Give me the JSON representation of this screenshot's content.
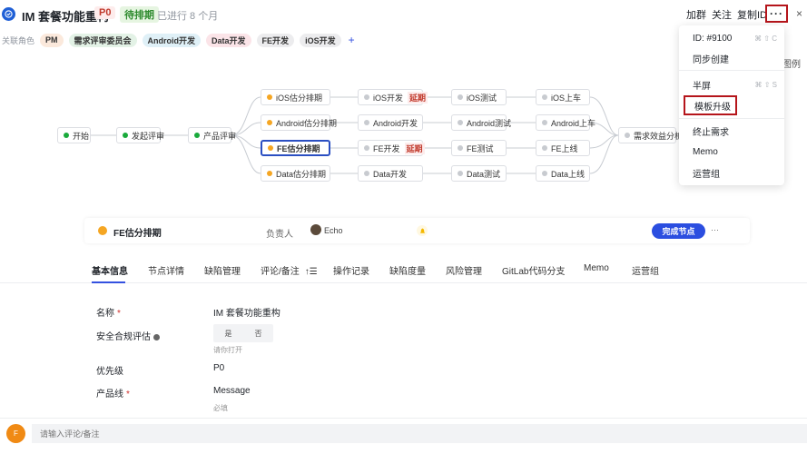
{
  "header": {
    "title": "IM 套餐功能重构",
    "priority": "P0",
    "status": "待排期",
    "elapsed": "已进行 8 个月",
    "buttons": {
      "join_group": "加群",
      "follow": "关注",
      "copy_id": "复制ID",
      "more": "···"
    },
    "close": "×"
  },
  "roles": {
    "label": "关联角色",
    "items": [
      {
        "label": "PM",
        "bg": "#fbe9dc"
      },
      {
        "label": "需求评审委员会",
        "bg": "#e3f2e6"
      },
      {
        "label": "Android开发",
        "bg": "#dff0f7"
      },
      {
        "label": "Data开发",
        "bg": "#fbe4e8"
      },
      {
        "label": "FE开发",
        "bg": "#ececee"
      },
      {
        "label": "iOS开发",
        "bg": "#ececee"
      }
    ],
    "add": "+"
  },
  "flow": {
    "legend": "图例",
    "nodes": {
      "start": "开始",
      "review_init": "发起评审",
      "product_review": "产品评审",
      "ios_est": "iOS估分排期",
      "android_est": "Android估分排期",
      "fe_est": "FE估分排期",
      "data_est": "Data估分排期",
      "ios_dev": "iOS开发",
      "android_dev": "Android开发",
      "fe_dev": "FE开发",
      "data_dev": "Data开发",
      "ios_test": "iOS测试",
      "android_test": "Android测试",
      "fe_test": "FE测试",
      "data_test": "Data测试",
      "ios_release": "iOS上车",
      "android_release": "Android上车",
      "fe_release": "FE上线",
      "data_release": "Data上线",
      "benefit": "需求效益分析"
    },
    "delay_label": "延期",
    "colors": {
      "done": "#1aaa3c",
      "active": "#f5a623",
      "pending": "#c8cbd0"
    }
  },
  "menu": {
    "items": [
      {
        "label": "ID: #9100",
        "shortcut": "⌘ ⇧ C"
      },
      {
        "label": "同步创建",
        "shortcut": ""
      },
      {
        "label": "半屏",
        "shortcut": "⌘ ⇧ S"
      },
      {
        "label": "模板升级",
        "shortcut": ""
      },
      {
        "label": "终止需求",
        "shortcut": ""
      },
      {
        "label": "Memo",
        "shortcut": ""
      },
      {
        "label": "运营组",
        "shortcut": ""
      }
    ]
  },
  "node_bar": {
    "title": "FE估分排期",
    "owner_label": "负责人",
    "owner": "Echo",
    "complete": "完成节点",
    "more": "···"
  },
  "tabs": [
    "基本信息",
    "节点详情",
    "缺陷管理",
    "评论/备注",
    "操作记录",
    "缺陷度量",
    "风险管理",
    "GitLab代码分支",
    "Memo",
    "运营组"
  ],
  "form": {
    "name_label": "名称",
    "name_value": "IM 套餐功能重构",
    "security_label": "安全合规评估",
    "security_yes": "是",
    "security_no": "否",
    "security_hint": "请你打开",
    "priority_label": "优先级",
    "priority_value": "P0",
    "product_line_label": "产品线",
    "product_line_value": "Message",
    "product_line_hint": "必填",
    "required_mark": "*"
  },
  "comment": {
    "avatar": "F",
    "placeholder": "请输入评论/备注"
  }
}
